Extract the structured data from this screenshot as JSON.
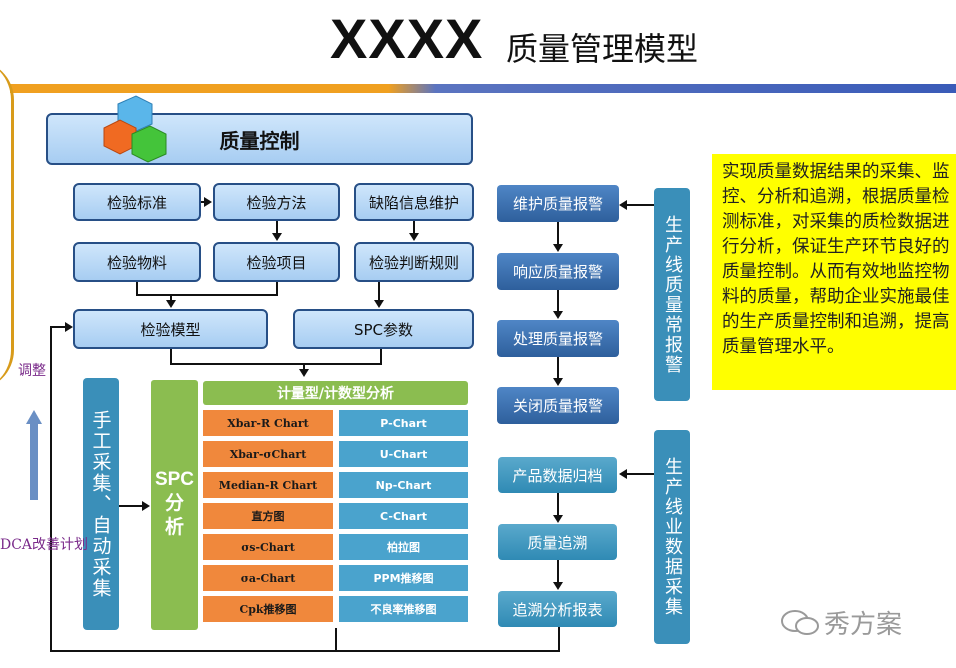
{
  "title": {
    "main": "XXXX",
    "sub": "质量管理模型"
  },
  "header_box": {
    "label": "质量控制"
  },
  "row1": [
    "检验标准",
    "检验方法",
    "缺陷信息维护"
  ],
  "row2": [
    "检验物料",
    "检验项目",
    "检验判断规则"
  ],
  "row3": [
    "检验模型",
    "SPC参数"
  ],
  "left_bar": {
    "label": "手工采集、自动采集"
  },
  "spc_bar": {
    "label": "SPC分析"
  },
  "table_header": "计量型/计数型分析",
  "left_charts": [
    "Xbar-R Chart",
    "Xbar-σChart",
    "Median-R Chart",
    "直方图",
    "σs-Chart",
    "σa-Chart",
    "Cpk推移图"
  ],
  "right_charts": [
    "P-Chart",
    "U-Chart",
    "Np-Chart",
    "C-Chart",
    "柏拉图",
    "PPM推移图",
    "不良率推移图"
  ],
  "alarm_flow": [
    "维护质量报警",
    "响应质量报警",
    "处理质量报警",
    "关闭质量报警"
  ],
  "data_flow": [
    "产品数据归档",
    "质量追溯",
    "追溯分析报表"
  ],
  "side_bar_1": "生产线质量常报警",
  "side_bar_2": "生产线业数据采集",
  "note": "实现质量数据结果的采集、监控、分析和追溯，根据质量检测标准，对采集的质检数据进行分析，保证生产环节良好的质量控制。从而有效地监控物料的质量，帮助企业实施最佳的生产质量控制和追溯，提高质量管理水平。",
  "left_labels": {
    "adjust": "调整",
    "pdca": "DCA改善计划"
  },
  "watermark": "秀方案"
}
